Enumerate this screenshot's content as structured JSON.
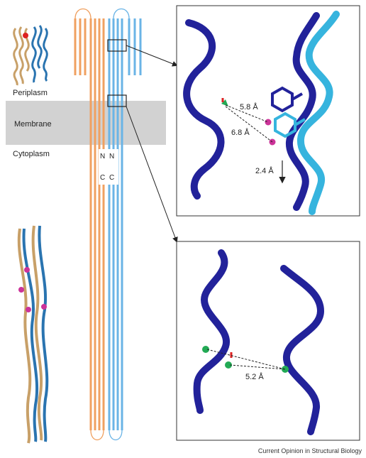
{
  "labels": {
    "periplasm": "Periplasm",
    "membrane": "Membrane",
    "cytoplasm": "Cytoplasm",
    "n_left": "N",
    "n_right": "N",
    "c_left": "C",
    "c_right": "C"
  },
  "measurements": {
    "top_a": "5.8 Å",
    "top_b": "6.8 Å",
    "shift": "2.4 Å",
    "bottom": "5.2 Å"
  },
  "caption": "Current Opinion in Structural Biology",
  "colors": {
    "orange": "#f0a060",
    "blue": "#6ab4e6",
    "navy": "#22229a",
    "cyan": "#36b4de",
    "tan": "#c8a068",
    "steel": "#2a74b0",
    "magenta": "#cc3399",
    "green": "#22aa55",
    "membrane": "#d2d2d2"
  }
}
